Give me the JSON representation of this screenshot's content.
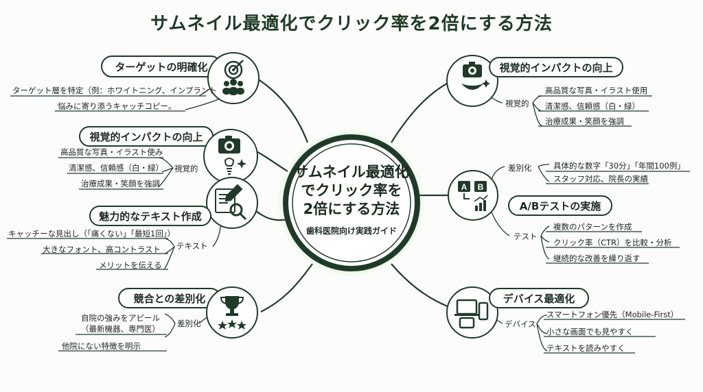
{
  "title": "サムネイル最適化でクリック率を2倍にする方法",
  "center": {
    "line1": "サムネイル最適化",
    "line2": "でクリック率を",
    "line3": "2倍にする方法",
    "subtitle": "歯科医院向け実践ガイド"
  },
  "left": {
    "target": {
      "label": "ターゲットの明確化",
      "items": [
        "ターゲット層を特定（例：ホワイトニング、インプラント",
        "悩みに寄り添うキャッチコピー。"
      ]
    },
    "visual": {
      "label": "視覚的インパクトの向上",
      "mid": "視覚的",
      "items": [
        "高品質な写真・イラスト使み",
        "清潔感、信頼感（白・緑）",
        "治療成果・笑顔を強調"
      ]
    },
    "text": {
      "label": "魅力的なテキスト作成",
      "mid": "テキスト",
      "items": [
        "キャッチーな見出し（「痛くない」「最短1回」）",
        "大きなフォント、高コントラスト",
        "メリットを伝える"
      ]
    },
    "diff": {
      "label": "競合との差別化",
      "mid": "差別化",
      "items": [
        "自院の強みをアピール",
        "（最新機器、専門医）",
        "他院にない特徴を明示"
      ]
    }
  },
  "right": {
    "visual": {
      "label": "視覚的インパクトの向上",
      "mid": "視覚的",
      "items": [
        "高品質な写真・イラスト使用",
        "清潔感、信頼感（白・緑）",
        "治療成果・笑顔を強調"
      ]
    },
    "ab": {
      "label": "A/Bテストの実施",
      "mid_top": "差別化",
      "items_top": [
        "具体的な数字「30分」「年間100例」",
        "スタッフ対応、院長の実績"
      ],
      "mid": "テスト",
      "items": [
        "複数のパターンを作成",
        "クリック率（CTR）を比較・分析",
        "継続的な改善を繰り返す"
      ],
      "badge_a": "A",
      "badge_b": "B"
    },
    "device": {
      "label": "デバイス最適化",
      "mid": "デバイス",
      "items": [
        "スマートフォン優先（Mobile-First）",
        "小さな画面でも見やすく",
        "テキストを読みやすく"
      ]
    }
  },
  "colors": {
    "primary": "#1f3a29",
    "glow": "#7fd67a",
    "background": "#fcfcfa"
  },
  "icons": [
    "target-icon",
    "people-icon",
    "camera-icon",
    "smile-icon",
    "sparkle-icon",
    "tooth-implant-icon",
    "document-pen-icon",
    "magnifier-icon",
    "trophy-icon",
    "stars-icon",
    "ab-test-icon",
    "chart-icon",
    "devices-icon"
  ]
}
